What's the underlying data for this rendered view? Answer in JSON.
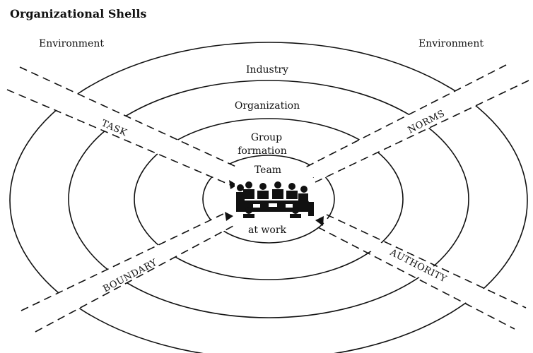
{
  "title": "Organizational Shells",
  "labels": {
    "environment_left": "Environment",
    "environment_right": "Environment",
    "industry": "Industry",
    "organization": "Organization",
    "group_line1": "Group",
    "group_line2": "formation",
    "team": "Team",
    "at_work": "at work"
  },
  "forces": {
    "task": "TASK",
    "norms": "NORMS",
    "boundary": "BOUNDARY",
    "authority": "AUTHORITY"
  }
}
